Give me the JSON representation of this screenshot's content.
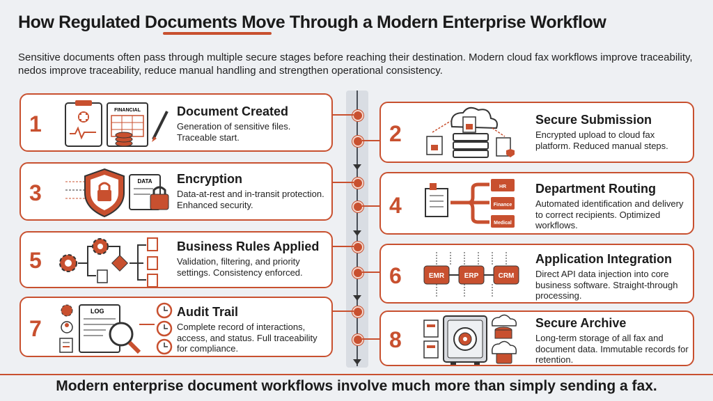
{
  "header": {
    "title": "How Regulated Documents Move Through a Modern Enterprise Workflow",
    "intro": "Sensitive documents often pass through multiple secure stages before reaching their destination. Modern cloud fax workflows improve traceability, nedos improve traceability, reduce manual handling and strengthen operational consistency."
  },
  "steps": [
    {
      "num": "1",
      "title": "Document Created",
      "desc": "Generation of sensitive files. Traceable start.",
      "icon_label": "FINANCIAL"
    },
    {
      "num": "2",
      "title": "Secure Submission",
      "desc": "Encrypted upload to cloud fax platform. Reduced manual steps."
    },
    {
      "num": "3",
      "title": "Encryption",
      "desc": "Data-at-rest and in-transit protection. Enhanced security.",
      "icon_label": "DATA"
    },
    {
      "num": "4",
      "title": "Department Routing",
      "desc": "Automated identification and delivery to correct recipients. Optimized workflows.",
      "icon_labels": [
        "HR",
        "Finance",
        "Medical"
      ]
    },
    {
      "num": "5",
      "title": "Business Rules Applied",
      "desc": "Validation, filtering, and priority settings. Consistency enforced."
    },
    {
      "num": "6",
      "title": "Application Integration",
      "desc": "Direct API data injection into core business software. Straight-through processing.",
      "icon_labels": [
        "EMR",
        "ERP",
        "CRM"
      ]
    },
    {
      "num": "7",
      "title": "Audit Trail",
      "desc": "Complete record of interactions, access, and status. Full traceability for compliance.",
      "icon_label": "LOG"
    },
    {
      "num": "8",
      "title": "Secure Archive",
      "desc": "Long-term storage of all fax and document data. Immutable records for retention."
    }
  ],
  "footer": "Modern enterprise document workflows involve much more than simply sending a fax.",
  "colors": {
    "accent": "#c8502f",
    "background": "#eef0f3",
    "card": "#ffffff"
  }
}
